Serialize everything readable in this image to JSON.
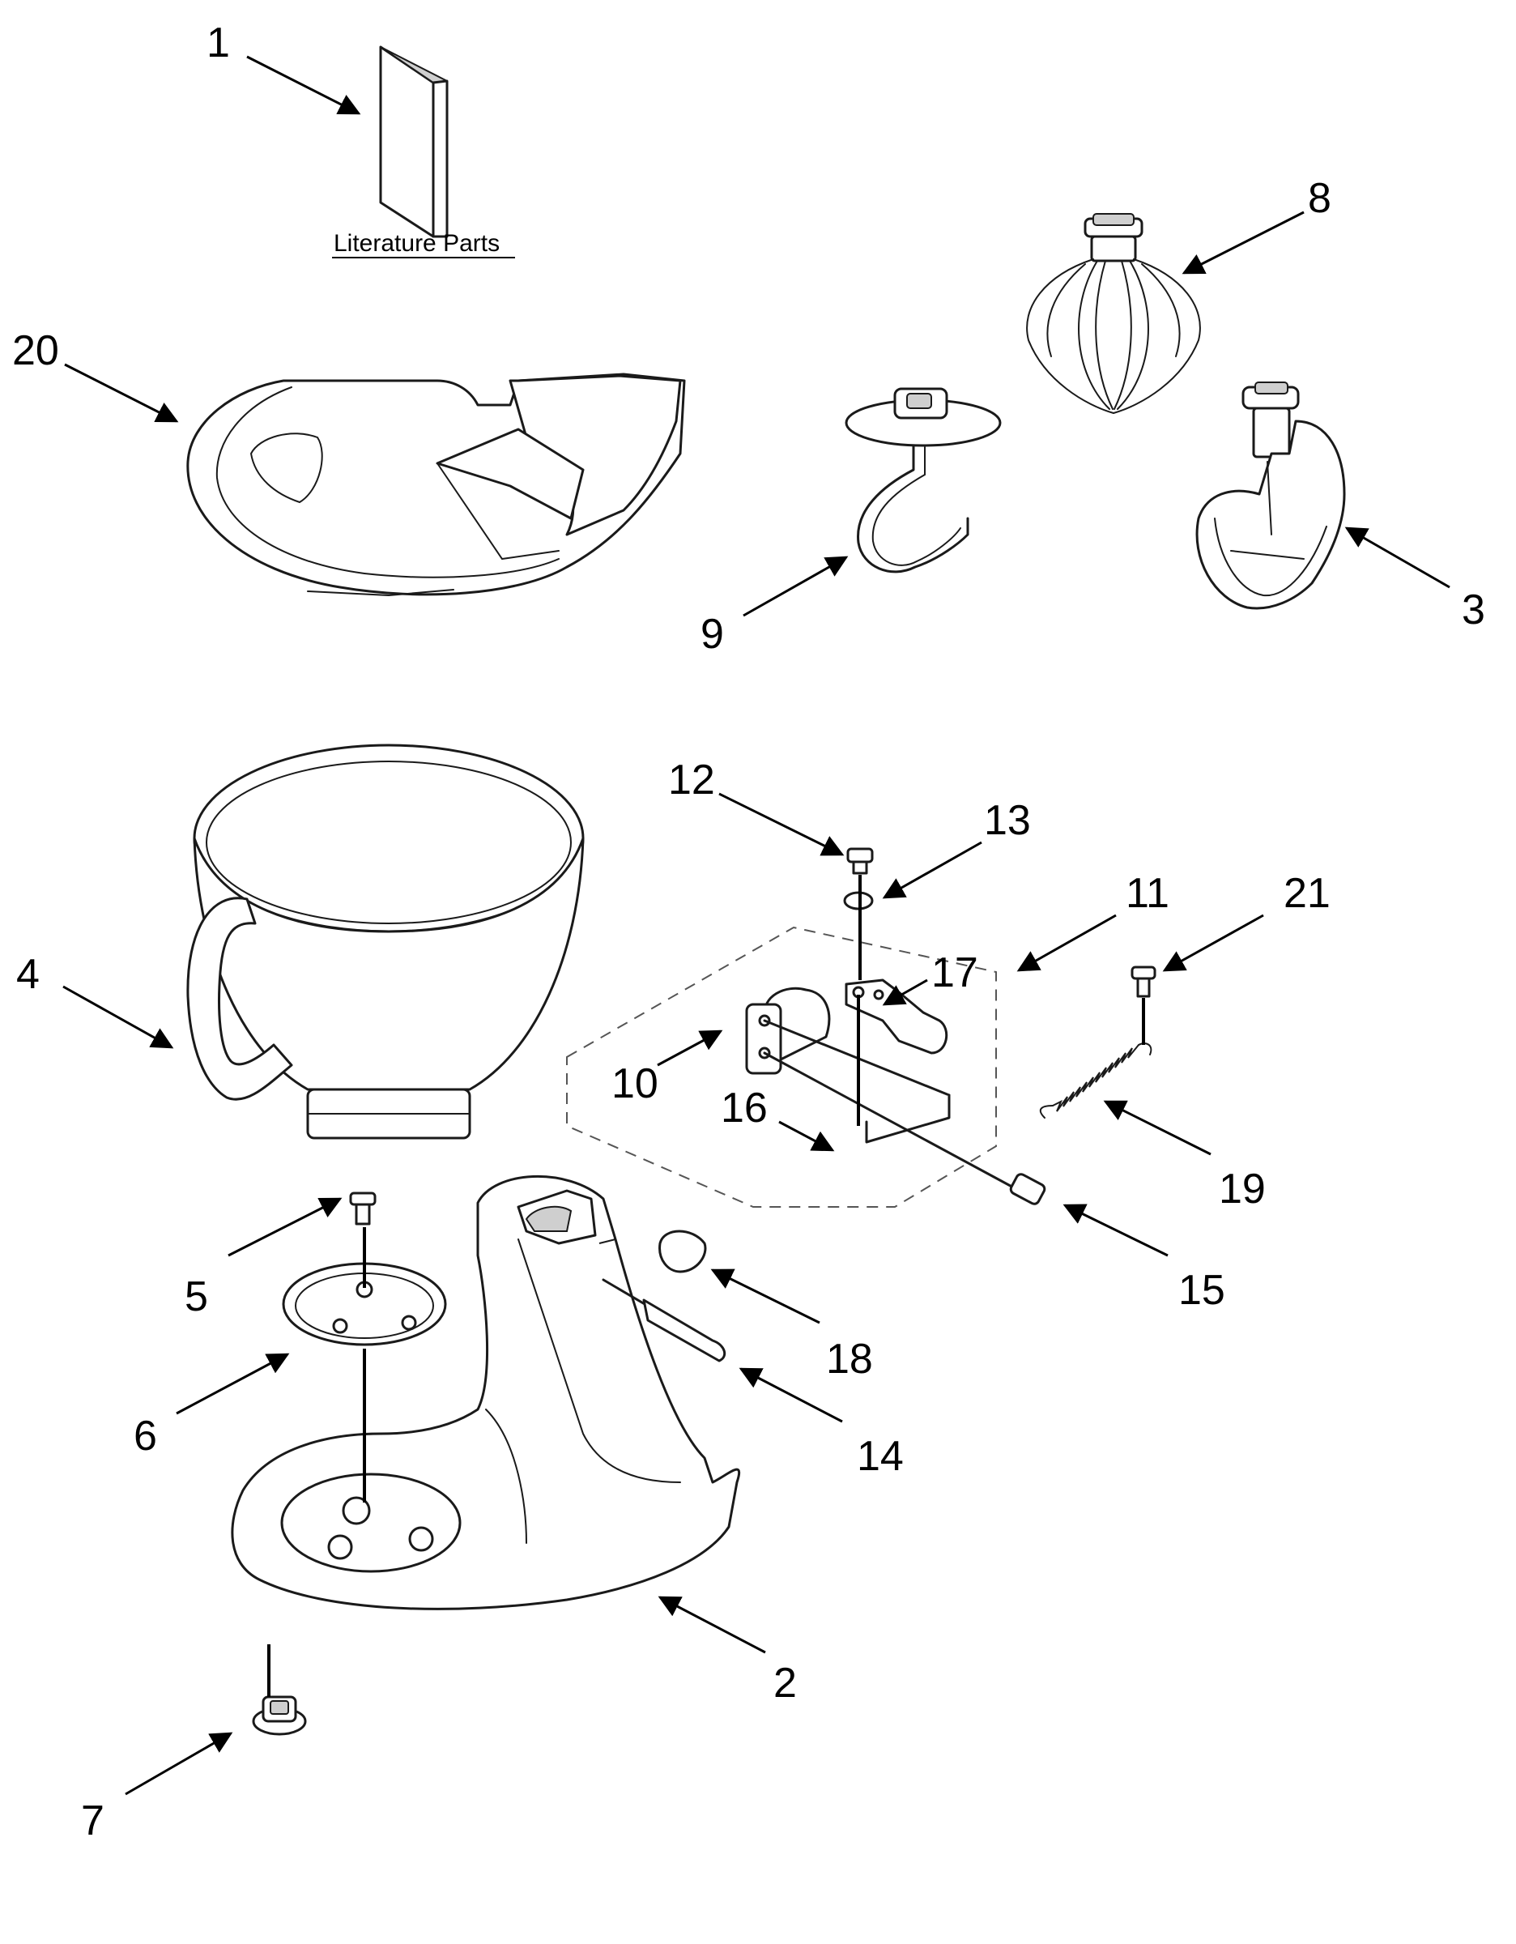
{
  "diagram": {
    "literature_caption": "Literature Parts",
    "callouts": [
      {
        "id": "c1",
        "label": "1"
      },
      {
        "id": "c2",
        "label": "2"
      },
      {
        "id": "c3",
        "label": "3"
      },
      {
        "id": "c4",
        "label": "4"
      },
      {
        "id": "c5",
        "label": "5"
      },
      {
        "id": "c6",
        "label": "6"
      },
      {
        "id": "c7",
        "label": "7"
      },
      {
        "id": "c8",
        "label": "8"
      },
      {
        "id": "c9",
        "label": "9"
      },
      {
        "id": "c10",
        "label": "10"
      },
      {
        "id": "c11",
        "label": "11"
      },
      {
        "id": "c12",
        "label": "12"
      },
      {
        "id": "c13",
        "label": "13"
      },
      {
        "id": "c14",
        "label": "14"
      },
      {
        "id": "c15",
        "label": "15"
      },
      {
        "id": "c16",
        "label": "16"
      },
      {
        "id": "c17",
        "label": "17"
      },
      {
        "id": "c18",
        "label": "18"
      },
      {
        "id": "c19",
        "label": "19"
      },
      {
        "id": "c20",
        "label": "20"
      },
      {
        "id": "c21",
        "label": "21"
      }
    ],
    "colors": {
      "ink": "#000000",
      "line": "#1a1a1a",
      "background": "#ffffff",
      "shade": "#cfcfcf"
    }
  }
}
